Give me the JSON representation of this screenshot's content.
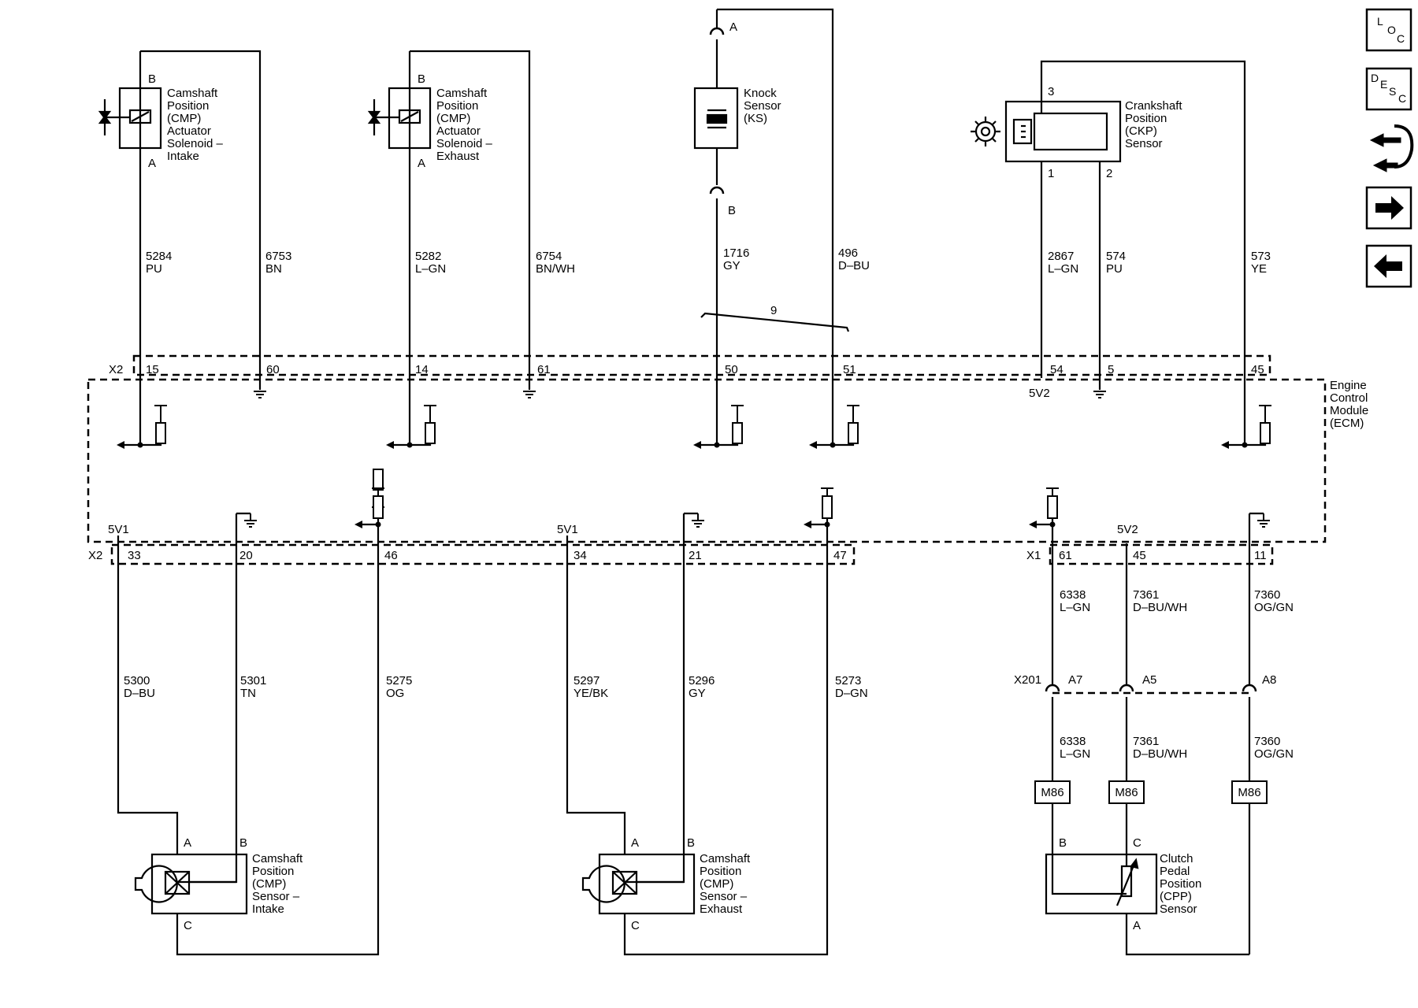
{
  "nav": {
    "loc": [
      "L",
      "O",
      "C"
    ],
    "desc": [
      "D",
      "E",
      "S",
      "C"
    ]
  },
  "connectors": {
    "x2": "X2",
    "x1": "X1",
    "x201": "X201",
    "m86": "M86"
  },
  "ecm": {
    "label": [
      "Engine",
      "Control",
      "Module",
      "(ECM)"
    ]
  },
  "components": {
    "cmp_solenoid_intake": {
      "label": [
        "Camshaft",
        "Position",
        "(CMP)",
        "Actuator",
        "Solenoid –",
        "Intake"
      ],
      "pin_b": "B",
      "pin_a": "A"
    },
    "cmp_solenoid_exhaust": {
      "label": [
        "Camshaft",
        "Position",
        "(CMP)",
        "Actuator",
        "Solenoid –",
        "Exhaust"
      ],
      "pin_b": "B",
      "pin_a": "A"
    },
    "knock_sensor": {
      "label": [
        "Knock",
        "Sensor",
        "(KS)"
      ],
      "pin_a": "A",
      "pin_b": "B"
    },
    "ckp_sensor": {
      "label": [
        "Crankshaft",
        "Position",
        "(CKP)",
        "Sensor"
      ],
      "pin_3": "3",
      "pin_1": "1",
      "pin_2": "2"
    },
    "cmp_sensor_intake": {
      "label": [
        "Camshaft",
        "Position",
        "(CMP)",
        "Sensor –",
        "Intake"
      ],
      "pin_a": "A",
      "pin_b": "B",
      "pin_c": "C"
    },
    "cmp_sensor_exhaust": {
      "label": [
        "Camshaft",
        "Position",
        "(CMP)",
        "Sensor –",
        "Exhaust"
      ],
      "pin_a": "A",
      "pin_b": "B",
      "pin_c": "C"
    },
    "cpp_sensor": {
      "label": [
        "Clutch",
        "Pedal",
        "Position",
        "(CPP)",
        "Sensor"
      ],
      "pin_b": "B",
      "pin_c": "C",
      "pin_a": "A"
    }
  },
  "wires_top": [
    {
      "circuit": "5284",
      "color": "PU"
    },
    {
      "circuit": "6753",
      "color": "BN"
    },
    {
      "circuit": "5282",
      "color": "L–GN"
    },
    {
      "circuit": "6754",
      "color": "BN/WH"
    },
    {
      "circuit": "1716",
      "color": "GY"
    },
    {
      "circuit": "496",
      "color": "D–BU"
    },
    {
      "circuit": "2867",
      "color": "L–GN"
    },
    {
      "circuit": "574",
      "color": "PU"
    },
    {
      "circuit": "573",
      "color": "YE"
    }
  ],
  "twisted_pair": "9",
  "pins_x2_top": [
    "15",
    "60",
    "14",
    "61",
    "50",
    "51",
    "54",
    "5",
    "45"
  ],
  "ref_top": "5V2",
  "pins_x2_bottom": [
    "33",
    "20",
    "46",
    "34",
    "21",
    "47"
  ],
  "pins_x1_bottom": [
    "61",
    "45",
    "11"
  ],
  "refs_bottom": [
    "5V1",
    "5V1",
    "5V2"
  ],
  "wires_bottom": [
    {
      "circuit": "5300",
      "color": "D–BU"
    },
    {
      "circuit": "5301",
      "color": "TN"
    },
    {
      "circuit": "5275",
      "color": "OG"
    },
    {
      "circuit": "5297",
      "color": "YE/BK"
    },
    {
      "circuit": "5296",
      "color": "GY"
    },
    {
      "circuit": "5273",
      "color": "D–GN"
    },
    {
      "circuit": "6338",
      "color": "L–GN"
    },
    {
      "circuit": "7361",
      "color": "D–BU/WH"
    },
    {
      "circuit": "7360",
      "color": "OG/GN"
    }
  ],
  "wires_cpp_lower": [
    {
      "circuit": "6338",
      "color": "L–GN"
    },
    {
      "circuit": "7361",
      "color": "D–BU/WH"
    },
    {
      "circuit": "7360",
      "color": "OG/GN"
    }
  ],
  "x201_pins": [
    "A7",
    "A5",
    "A8"
  ]
}
